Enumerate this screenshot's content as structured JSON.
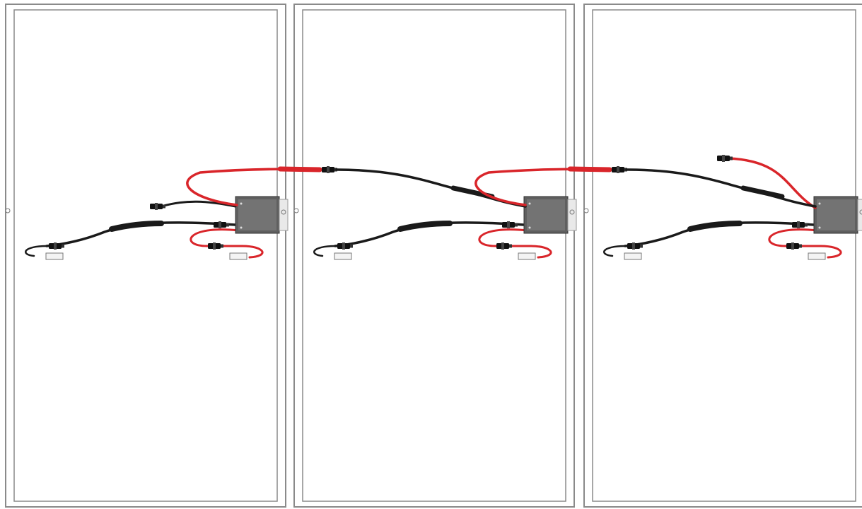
{
  "diagram": {
    "panel_count": 3,
    "colors": {
      "background": "#ffffff",
      "frame": "#8a8a8a",
      "cable_positive": "#d9252a",
      "cable_negative": "#1a1a1a",
      "junction_box": "#5f5f5f",
      "junction_box_light": "#9a9a9a",
      "connector": "#111111",
      "label_tag": "#cfcfcf"
    },
    "panels": [
      {
        "name": "panel-1",
        "has_left_extra_plug": true,
        "has_right_lead_up": false
      },
      {
        "name": "panel-2",
        "has_left_extra_plug": false,
        "has_right_lead_up": false
      },
      {
        "name": "panel-3",
        "has_left_extra_plug": false,
        "has_right_lead_up": true
      }
    ],
    "series_links": [
      {
        "from": "panel-1",
        "to": "panel-2"
      },
      {
        "from": "panel-2",
        "to": "panel-3"
      }
    ]
  }
}
